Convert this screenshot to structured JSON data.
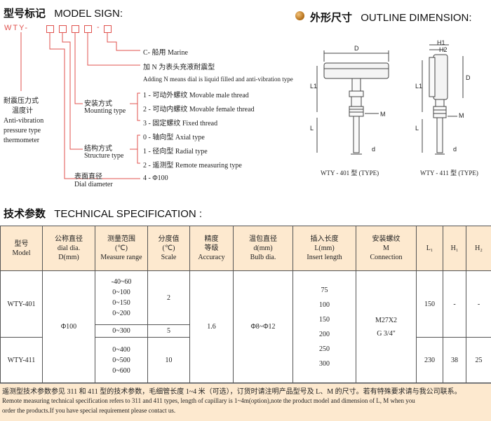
{
  "model_sign": {
    "title_cn": "型号标记",
    "title_en": "MODEL SIGN:",
    "code_prefix": "WTY-",
    "code_sep": "-",
    "boxes": 5,
    "name_cn_1": "耐震压力式",
    "name_cn_2": "温度计",
    "name_en_1": "Anti-vibration",
    "name_en_2": "pressure type",
    "name_en_3": "thermometer",
    "marine": "C- 船用   Marine",
    "adding_cn": "加 N 为表头充液耐震型",
    "adding_en": "Adding N means dial is liquid filled and anti-vibration type",
    "mounting_cn": "安装方式",
    "mounting_en": "Mounting type",
    "mounting": [
      "1 - 可动外螺纹  Movable male thread",
      "2 - 可动内螺纹  Movable female thread",
      "3 - 固定螺纹  Fixed thread"
    ],
    "structure_cn": "结构方式",
    "structure_en": "Structure type",
    "structure": [
      "0 - 轴向型  Axial type",
      "1 - 径向型  Radial type",
      "2 - 遥测型  Remote measuring type"
    ],
    "dial_cn": "表面直径",
    "dial_en": "Dial diameter",
    "dial_value": "4 - Φ100"
  },
  "outline": {
    "title_cn": "外形尺寸",
    "title_en": "OUTLINE DIMENSION:",
    "caption_401": "WTY - 401 型 (TYPE)",
    "caption_411": "WTY - 411 型 (TYPE)",
    "labels": {
      "D": "D",
      "L1": "L1",
      "L": "L",
      "M": "M",
      "d": "d",
      "H1": "H1",
      "H2": "H2"
    }
  },
  "spec": {
    "title_cn": "技术参数",
    "title_en": "TECHNICAL SPECIFICATION :",
    "headers": {
      "model": [
        "型号",
        "Model"
      ],
      "dial": [
        "公称直径",
        "dial dia.",
        "D(mm)"
      ],
      "range": [
        "测量范围",
        "(℃)",
        "Measure range"
      ],
      "scale": [
        "分度值",
        "(℃)",
        "Scale"
      ],
      "accuracy": [
        "精度",
        "等级",
        "Accuracy"
      ],
      "bulb": [
        "温包直径",
        "d(mm)",
        "Bulb dia."
      ],
      "insert": [
        "插入长度",
        "L(mm)",
        "Insert length"
      ],
      "conn": [
        "安装螺纹",
        "M",
        "Connection"
      ],
      "l1": "L₁",
      "h1": "H₁",
      "h2": "H₂"
    },
    "models": [
      "WTY-401",
      "WTY-411"
    ],
    "dial_value": "Φ100",
    "ranges_a": [
      "-40~60",
      "0~100",
      "0~150",
      "0~200"
    ],
    "range_b": "0~300",
    "ranges_c": [
      "0~400",
      "0~500",
      "0~600"
    ],
    "scales": [
      "2",
      "5",
      "10"
    ],
    "accuracy": "1.6",
    "bulb": "Φ8~Φ12",
    "insert_lengths": [
      "75",
      "100",
      "150",
      "200",
      "250",
      "300"
    ],
    "connection": [
      "M27X2",
      "G 3/4\""
    ],
    "row401": {
      "l1": "150",
      "h1": "-",
      "h2": "-"
    },
    "row411": {
      "l1": "230",
      "h1": "38",
      "h2": "25"
    }
  },
  "note": {
    "cn": "遥测型技术参数参见 311 和 411 型的技术参数，毛细管长度 1~4 米（可选），订货时请注明产品型号及 L、M 的尺寸。若有特殊要求请与我公司联系。",
    "en_1": "Remote measuring technical specification refers to 311 and 411 types, length of capillary is 1~4m(option),note the product model and dimension of L, M when you",
    "en_2": "order the products.If you have special requirement please contact us."
  }
}
